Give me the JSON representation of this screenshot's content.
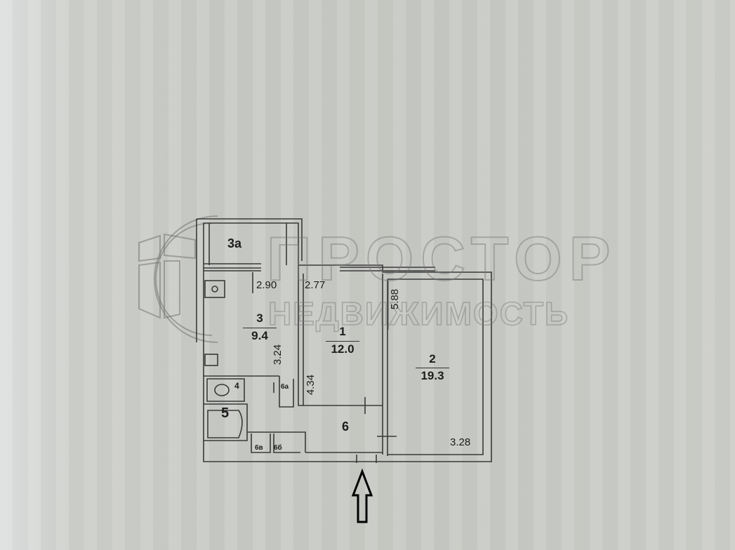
{
  "watermark": {
    "brand": "ПРОСТОР",
    "subtitle": "НЕДВИЖИМОСТЬ",
    "logo": "building-in-circle-logo"
  },
  "floor_plan": {
    "rooms": [
      {
        "id": "1",
        "number": "1",
        "area": "12.0"
      },
      {
        "id": "2",
        "number": "2",
        "area": "19.3"
      },
      {
        "id": "3",
        "number": "3",
        "area": "9.4"
      },
      {
        "id": "3a",
        "number": "3а"
      },
      {
        "id": "4",
        "number": "4"
      },
      {
        "id": "5",
        "number": "5"
      },
      {
        "id": "6",
        "number": "6"
      },
      {
        "id": "6a",
        "number": "6а"
      },
      {
        "id": "6b",
        "number": "6б"
      },
      {
        "id": "6v",
        "number": "6в"
      }
    ],
    "dimensions": {
      "kitchen_width": "2.90",
      "room1_width": "2.77",
      "room2_length": "5.88",
      "kitchen_length": "3.24",
      "room1_length": "4.34",
      "room2_width": "3.28"
    },
    "entrance_arrow": "arrow-up-icon"
  },
  "colors": {
    "background": "#c9cbc6",
    "line": "#3a3a3a",
    "watermark": "#8c8c8c"
  }
}
